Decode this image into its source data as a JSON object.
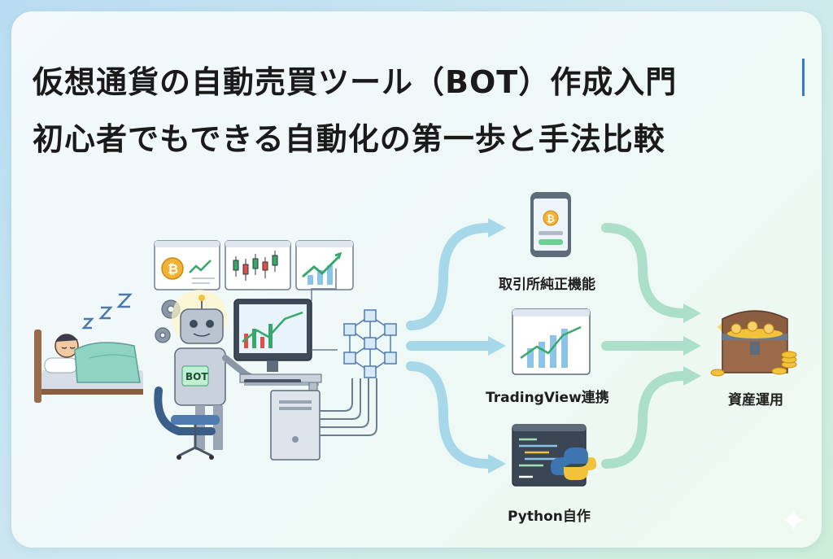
{
  "title": {
    "line1": "仮想通貨の自動売買ツール（BOT）作成入門",
    "line2": "初心者でもできる自動化の第一歩と手法比較"
  },
  "illustration": {
    "sleep_text": "Z Z Z",
    "robot_badge": "BOT",
    "bitcoin_symbol": "₿"
  },
  "methods": [
    {
      "label": "取引所純正機能",
      "icon": "smartphone-bitcoin-icon"
    },
    {
      "label": "TradingView連携",
      "icon": "chart-window-icon"
    },
    {
      "label": "Python自作",
      "icon": "python-code-icon"
    }
  ],
  "result": {
    "label": "資産運用",
    "icon": "treasure-chest-icon"
  },
  "colors": {
    "title": "#1a1a1a",
    "arrow_blue": "#9fd3e6",
    "arrow_green": "#a9e3c3",
    "accent_green": "#37a86a",
    "bitcoin_gold": "#f2b233"
  }
}
